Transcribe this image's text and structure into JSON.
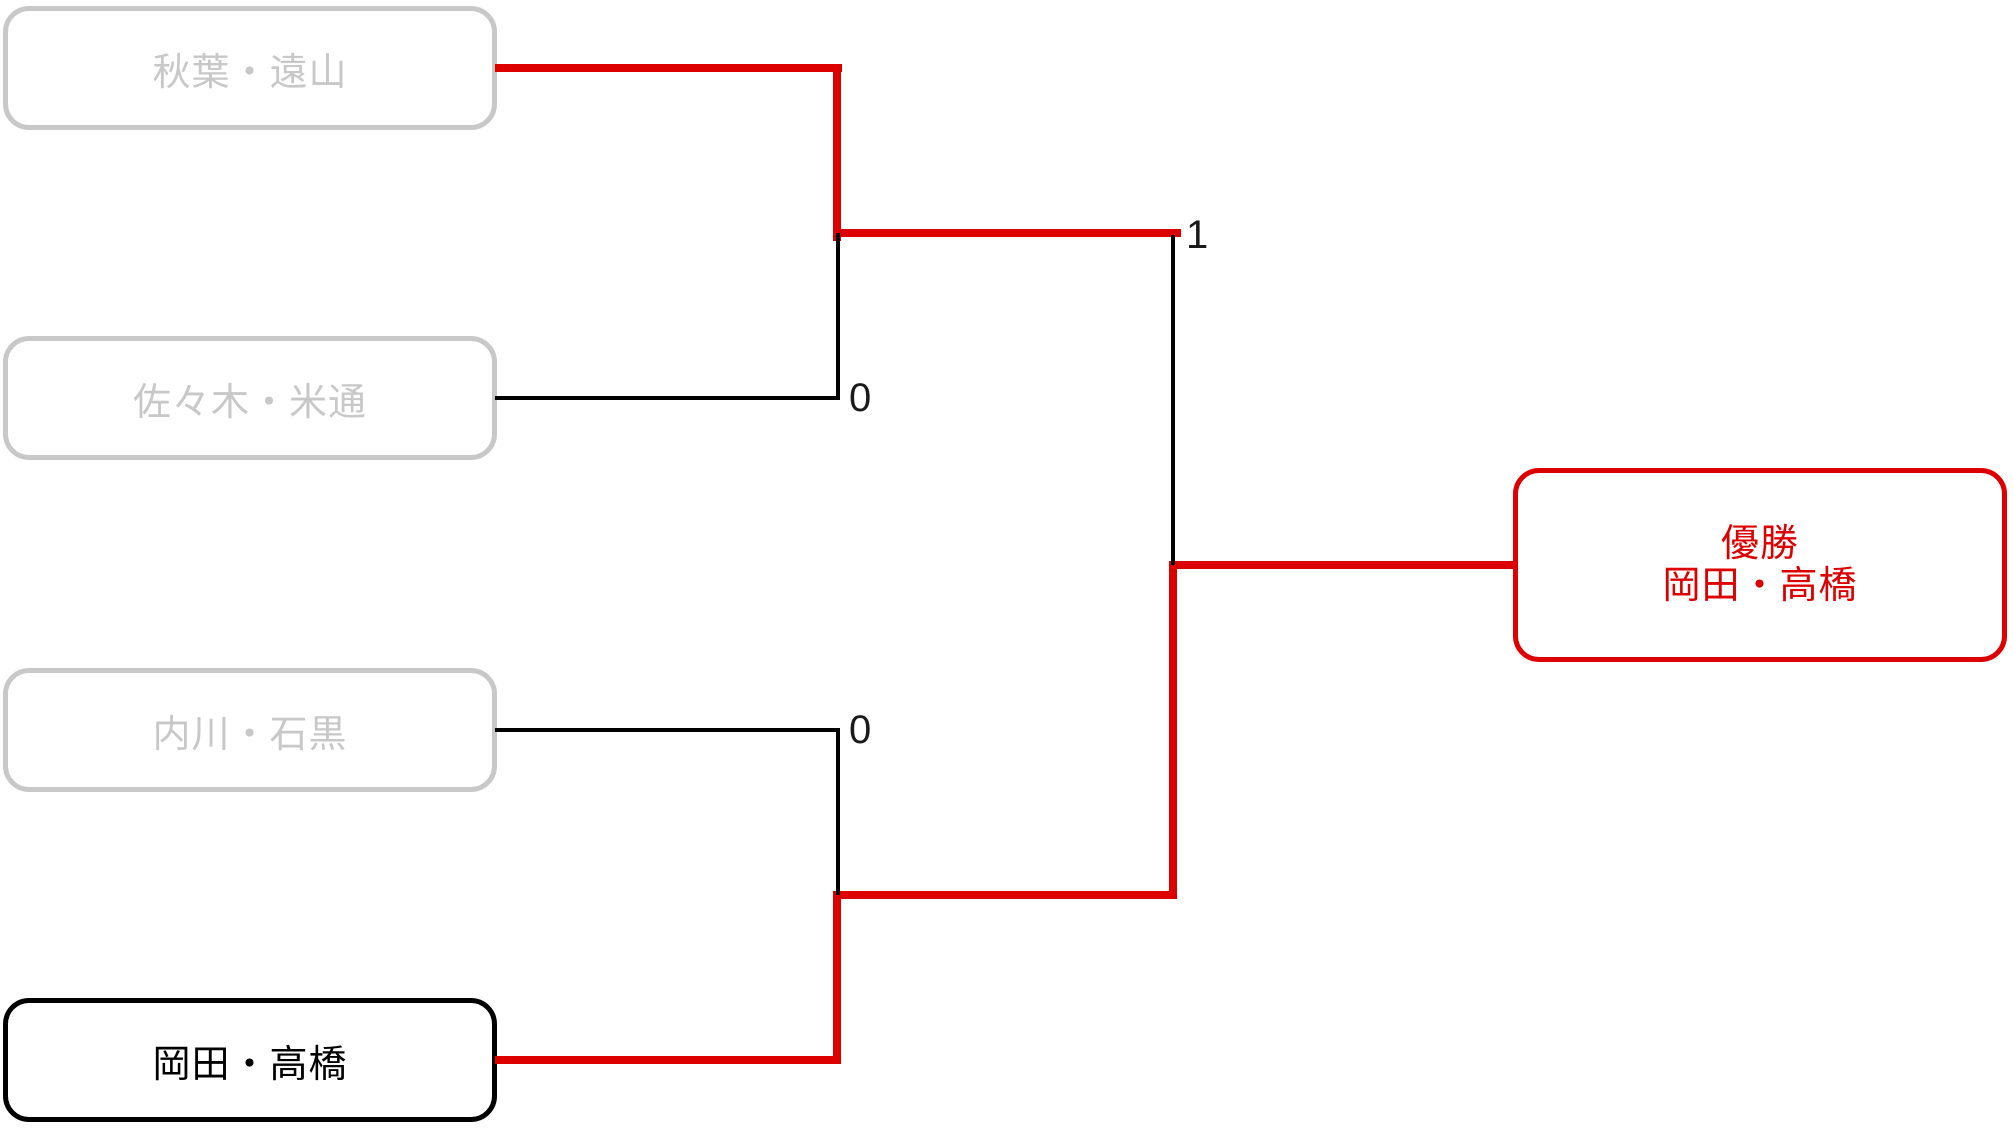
{
  "bracket": {
    "colors": {
      "winner_path": "#dd0000",
      "loser_line": "#000000",
      "eliminated_grey": "#c8c8c8"
    },
    "entries": [
      {
        "name": "秋葉・遠山",
        "state": "eliminated"
      },
      {
        "name": "佐々木・米通",
        "state": "eliminated"
      },
      {
        "name": "内川・石黒",
        "state": "eliminated"
      },
      {
        "name": "岡田・高橋",
        "state": "champion"
      }
    ],
    "scores": {
      "final_top": "1",
      "semifinal1_bottom": "0",
      "semifinal2_top": "0"
    },
    "champion": {
      "label": "優勝",
      "name": "岡田・高橋"
    }
  }
}
